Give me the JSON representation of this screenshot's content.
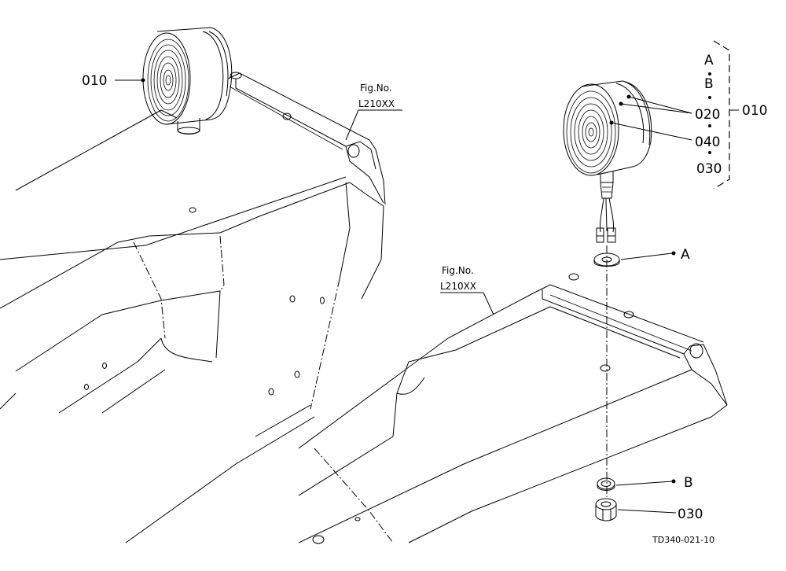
{
  "callouts": {
    "lamp_left": "010",
    "part_a_upper": "A",
    "part_b_upper": "B",
    "part_020": "020",
    "part_040": "040",
    "part_030_upper": "030",
    "assembly": "010",
    "washer_a": "A",
    "washer_b": "B",
    "nut_030": "030"
  },
  "fig_refs": {
    "left_title": "Fig.No.",
    "left_number": "L210XX",
    "right_title": "Fig.No.",
    "right_number": "L210XX"
  },
  "drawing_code": "TD340-021-10"
}
